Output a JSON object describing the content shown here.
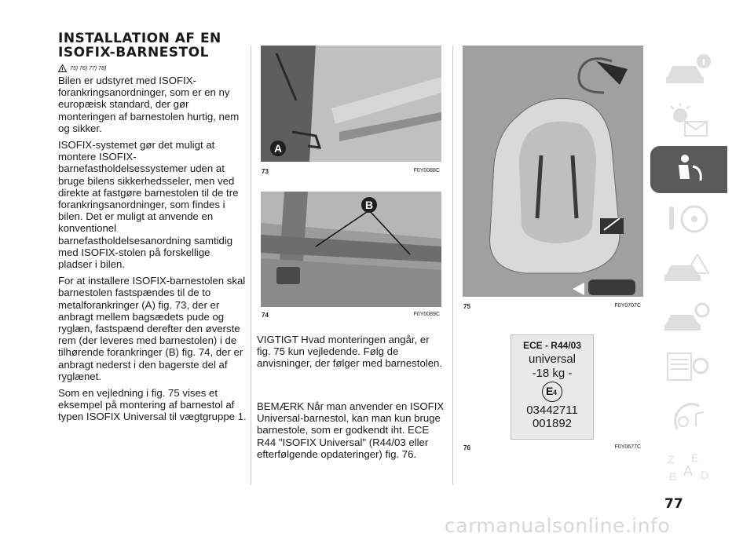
{
  "title_line1": "INSTALLATION AF EN",
  "title_line2": "ISOFIX-BARNESTOL",
  "warning_refs": "75) 76) 77) 78)",
  "col1_paragraphs": [
    "Bilen er udstyret med ISOFIX-forankringsanordninger, som er en ny europæisk standard, der gør monteringen af barnestolen hurtig, nem og sikker.",
    "ISOFIX-systemet gør det muligt at montere ISOFIX-barnefastholdelsessystemer uden at bruge bilens sikkerhedsseler, men ved direkte at fastgøre barnestolen til de tre forankringsanordninger, som findes i bilen. Det er muligt at anvende en konventionel barnefastholdelsesanordning samtidig med ISOFIX-stolen på forskellige pladser i bilen.",
    "For at installere ISOFIX-barnestolen skal barnestolen fastspændes til de to metalforankringer (A) fig. 73, der er anbragt mellem bagsædets pude og ryglæn, fastspænd derefter den øverste rem (der leveres med barnestolen) i de tilhørende forankringer (B) fig. 74, der er anbragt nederst i den bagerste del af ryglænet.",
    "Som en vejledning i fig. 75 vises et eksempel på montering af barnestol af typen ISOFIX Universal til vægtgruppe 1."
  ],
  "figures": {
    "fig73": {
      "num": "73",
      "code": "F0Y0088C",
      "marker": "A"
    },
    "fig74": {
      "num": "74",
      "code": "F0Y0089C",
      "marker": "B"
    },
    "fig75": {
      "num": "75",
      "code": "F0Y0707C"
    },
    "fig76": {
      "num": "76",
      "code": "F0Y0677C"
    }
  },
  "col2_paragraphs": [
    "VIGTIGT Hvad monteringen angår, er fig. 75 kun vejledende. Følg de anvisninger, der følger med barnestolen.",
    "BEMÆRK Når man anvender en ISOFIX Universal-barnestol, kan man kun bruge barnestole, som er godkendt iht. ECE R44 \"ISOFIX Universal\" (R44/03 eller efterfølgende opdateringer) fig. 76."
  ],
  "ece_label": {
    "line1": "ECE - R44/03",
    "line2": "universal",
    "line3": "-18 kg -",
    "emark": "E",
    "emark_num": "4",
    "line4": "03442711",
    "line5": "001892"
  },
  "sidebar_icons": [
    "car-info-icon",
    "dashboard-lights-icon",
    "safety-airbag-icon",
    "steering-key-icon",
    "emergency-car-icon",
    "maintenance-car-icon",
    "multimedia-icon",
    "index-icon"
  ],
  "active_tab": 2,
  "page_number": "77",
  "watermark": "carmanualsonline.info"
}
